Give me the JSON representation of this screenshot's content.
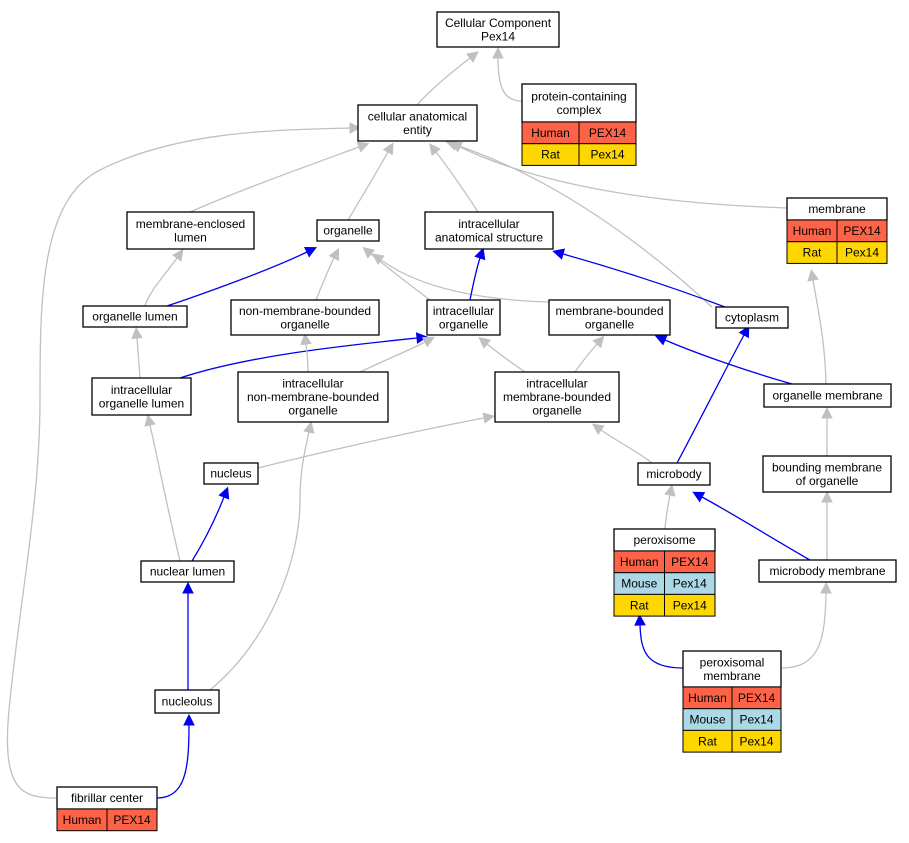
{
  "colors": {
    "is_a_edge": "#c0c0c0",
    "part_of_edge": "#0000ee",
    "human": "#ff6347",
    "mouse": "#add8e6",
    "rat": "#ffd700"
  },
  "nodes": {
    "cellular_component": {
      "lines": [
        "Cellular Component",
        "Pex14"
      ]
    },
    "cellular_anatomical_entity": {
      "lines": [
        "cellular anatomical",
        "entity"
      ]
    },
    "protein_containing_complex": {
      "lines": [
        "protein-containing",
        "complex"
      ],
      "rows": [
        {
          "species": "Human",
          "gene": "PEX14"
        },
        {
          "species": "Rat",
          "gene": "Pex14"
        }
      ]
    },
    "membrane_enclosed_lumen": {
      "lines": [
        "membrane-enclosed",
        "lumen"
      ]
    },
    "organelle": {
      "lines": [
        "organelle"
      ]
    },
    "intracellular_anatomical_structure": {
      "lines": [
        "intracellular",
        "anatomical structure"
      ]
    },
    "membrane": {
      "lines": [
        "membrane"
      ],
      "rows": [
        {
          "species": "Human",
          "gene": "PEX14"
        },
        {
          "species": "Rat",
          "gene": "Pex14"
        }
      ]
    },
    "organelle_lumen": {
      "lines": [
        "organelle lumen"
      ]
    },
    "non_membrane_bounded_organelle": {
      "lines": [
        "non-membrane-bounded",
        "organelle"
      ]
    },
    "intracellular_organelle": {
      "lines": [
        "intracellular",
        "organelle"
      ]
    },
    "membrane_bounded_organelle": {
      "lines": [
        "membrane-bounded",
        "organelle"
      ]
    },
    "cytoplasm": {
      "lines": [
        "cytoplasm"
      ]
    },
    "intracellular_organelle_lumen": {
      "lines": [
        "intracellular",
        "organelle lumen"
      ]
    },
    "intracellular_non_membrane_bounded_organelle": {
      "lines": [
        "intracellular",
        "non-membrane-bounded",
        "organelle"
      ]
    },
    "intracellular_membrane_bounded_organelle": {
      "lines": [
        "intracellular",
        "membrane-bounded",
        "organelle"
      ]
    },
    "organelle_membrane": {
      "lines": [
        "organelle membrane"
      ]
    },
    "nucleus": {
      "lines": [
        "nucleus"
      ]
    },
    "microbody": {
      "lines": [
        "microbody"
      ]
    },
    "bounding_membrane_of_organelle": {
      "lines": [
        "bounding membrane",
        "of organelle"
      ]
    },
    "peroxisome": {
      "lines": [
        "peroxisome"
      ],
      "rows": [
        {
          "species": "Human",
          "gene": "PEX14"
        },
        {
          "species": "Mouse",
          "gene": "Pex14"
        },
        {
          "species": "Rat",
          "gene": "Pex14"
        }
      ]
    },
    "nuclear_lumen": {
      "lines": [
        "nuclear lumen"
      ]
    },
    "microbody_membrane": {
      "lines": [
        "microbody membrane"
      ]
    },
    "peroxisomal_membrane": {
      "lines": [
        "peroxisomal",
        "membrane"
      ],
      "rows": [
        {
          "species": "Human",
          "gene": "PEX14"
        },
        {
          "species": "Mouse",
          "gene": "Pex14"
        },
        {
          "species": "Rat",
          "gene": "Pex14"
        }
      ]
    },
    "nucleolus": {
      "lines": [
        "nucleolus"
      ]
    },
    "fibrillar_center": {
      "lines": [
        "fibrillar center"
      ],
      "rows": [
        {
          "species": "Human",
          "gene": "PEX14"
        }
      ]
    }
  },
  "edges": [
    {
      "from": "cellular_anatomical_entity",
      "to": "cellular_component",
      "type": "is_a"
    },
    {
      "from": "protein_containing_complex",
      "to": "cellular_component",
      "type": "is_a"
    },
    {
      "from": "membrane_enclosed_lumen",
      "to": "cellular_anatomical_entity",
      "type": "is_a"
    },
    {
      "from": "organelle",
      "to": "cellular_anatomical_entity",
      "type": "is_a"
    },
    {
      "from": "intracellular_anatomical_structure",
      "to": "cellular_anatomical_entity",
      "type": "is_a"
    },
    {
      "from": "membrane",
      "to": "cellular_anatomical_entity",
      "type": "is_a"
    },
    {
      "from": "cytoplasm",
      "to": "cellular_anatomical_entity",
      "type": "is_a"
    },
    {
      "from": "fibrillar_center",
      "to": "cellular_anatomical_entity",
      "type": "is_a"
    },
    {
      "from": "organelle_lumen",
      "to": "membrane_enclosed_lumen",
      "type": "is_a"
    },
    {
      "from": "organelle_lumen",
      "to": "organelle",
      "type": "part_of"
    },
    {
      "from": "non_membrane_bounded_organelle",
      "to": "organelle",
      "type": "is_a"
    },
    {
      "from": "intracellular_organelle",
      "to": "organelle",
      "type": "is_a"
    },
    {
      "from": "membrane_bounded_organelle",
      "to": "organelle",
      "type": "is_a"
    },
    {
      "from": "intracellular_organelle",
      "to": "intracellular_anatomical_structure",
      "type": "part_of"
    },
    {
      "from": "cytoplasm",
      "to": "intracellular_anatomical_structure",
      "type": "part_of"
    },
    {
      "from": "intracellular_organelle_lumen",
      "to": "organelle_lumen",
      "type": "is_a"
    },
    {
      "from": "intracellular_organelle_lumen",
      "to": "intracellular_organelle",
      "type": "part_of"
    },
    {
      "from": "intracellular_non_membrane_bounded_organelle",
      "to": "non_membrane_bounded_organelle",
      "type": "is_a"
    },
    {
      "from": "intracellular_non_membrane_bounded_organelle",
      "to": "intracellular_organelle",
      "type": "is_a"
    },
    {
      "from": "intracellular_membrane_bounded_organelle",
      "to": "intracellular_organelle",
      "type": "is_a"
    },
    {
      "from": "intracellular_membrane_bounded_organelle",
      "to": "membrane_bounded_organelle",
      "type": "is_a"
    },
    {
      "from": "organelle_membrane",
      "to": "membrane_bounded_organelle",
      "type": "part_of"
    },
    {
      "from": "organelle_membrane",
      "to": "membrane",
      "type": "is_a"
    },
    {
      "from": "nucleus",
      "to": "intracellular_membrane_bounded_organelle",
      "type": "is_a"
    },
    {
      "from": "microbody",
      "to": "intracellular_membrane_bounded_organelle",
      "type": "is_a"
    },
    {
      "from": "microbody",
      "to": "cytoplasm",
      "type": "part_of"
    },
    {
      "from": "bounding_membrane_of_organelle",
      "to": "organelle_membrane",
      "type": "is_a"
    },
    {
      "from": "nuclear_lumen",
      "to": "intracellular_organelle_lumen",
      "type": "is_a"
    },
    {
      "from": "nuclear_lumen",
      "to": "nucleus",
      "type": "part_of"
    },
    {
      "from": "nucleolus",
      "to": "nuclear_lumen",
      "type": "part_of"
    },
    {
      "from": "nucleolus",
      "to": "intracellular_non_membrane_bounded_organelle",
      "type": "is_a"
    },
    {
      "from": "fibrillar_center",
      "to": "nucleolus",
      "type": "part_of"
    },
    {
      "from": "peroxisome",
      "to": "microbody",
      "type": "is_a"
    },
    {
      "from": "microbody_membrane",
      "to": "microbody",
      "type": "part_of"
    },
    {
      "from": "microbody_membrane",
      "to": "bounding_membrane_of_organelle",
      "type": "is_a"
    },
    {
      "from": "peroxisomal_membrane",
      "to": "peroxisome",
      "type": "part_of"
    },
    {
      "from": "peroxisomal_membrane",
      "to": "microbody_membrane",
      "type": "is_a"
    }
  ]
}
